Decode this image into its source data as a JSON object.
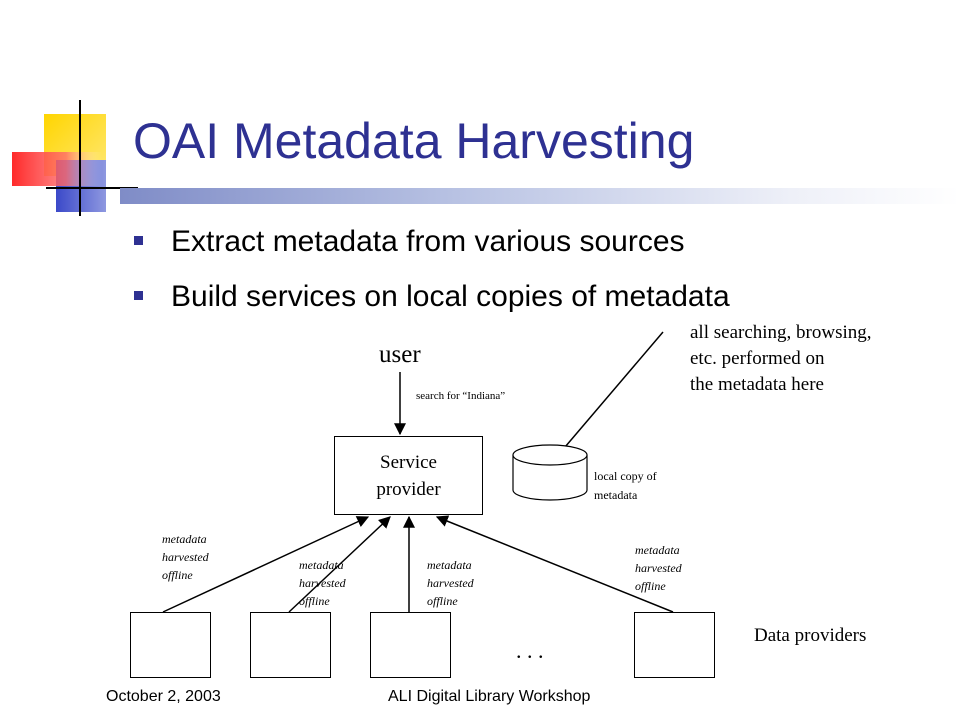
{
  "slide": {
    "title": "OAI Metadata Harvesting",
    "bullets": [
      "Extract metadata from various sources",
      "Build services on local copies of metadata"
    ],
    "footer": {
      "date": "October 2, 2003",
      "event": "ALI Digital Library Workshop"
    }
  },
  "diagram": {
    "user_label": "user",
    "search_label": "search for “Indiana”",
    "service_provider": [
      "Service",
      "provider"
    ],
    "local_copy": [
      "local copy of",
      "metadata"
    ],
    "annotation": [
      "all searching, browsing,",
      "etc. performed on",
      "the metadata here"
    ],
    "harvest_labels": [
      [
        "metadata",
        "harvested",
        "offline"
      ],
      [
        "metadata",
        "harvested",
        "offline"
      ],
      [
        "metadata",
        "harvested",
        "offline"
      ],
      [
        "metadata",
        "harvested",
        "offline"
      ]
    ],
    "ellipsis": ". . .",
    "data_providers_label": "Data providers"
  },
  "colors": {
    "title": "#2e3192",
    "logo_yellow": "#ffd500",
    "logo_blue": "#3b49c9",
    "logo_red": "#ff2a2a"
  }
}
